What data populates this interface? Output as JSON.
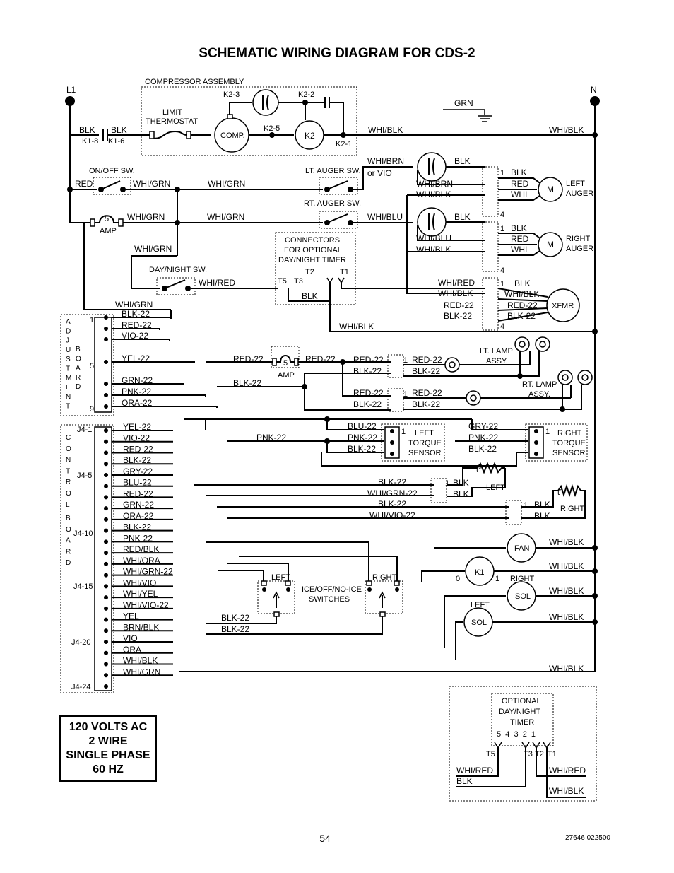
{
  "title": "SCHEMATIC WIRING DIAGRAM FOR CDS-2",
  "page_number": "54",
  "doc_code": "27646 022500",
  "power_spec": [
    "120 VOLTS AC",
    "2 WIRE",
    "SINGLE PHASE",
    "60 HZ"
  ],
  "labels": {
    "l1": "L1",
    "n": "N",
    "grn": "GRN",
    "compressor_assembly": "COMPRESSOR ASSEMBLY",
    "limit": "LIMIT",
    "thermostat": "THERMOSTAT",
    "k2_3": "K2-3",
    "k2_2": "K2-2",
    "k2_5": "K2-5",
    "k2_1": "K2-1",
    "comp": "COMP.",
    "k2": "K2",
    "blk": "BLK",
    "k1_8": "K1-8",
    "k1_6": "K1-6",
    "whi_blk": "WHI/BLK",
    "whi_brn": "WHI/BRN",
    "or_vio": "or VIO",
    "whi_blu": "WHI/BLU",
    "on_off_sw": "ON/OFF SW.",
    "red": "RED",
    "whi_grn": "WHI/GRN",
    "lt_auger_sw": "LT. AUGER SW.",
    "rt_auger_sw": "RT. AUGER SW.",
    "five": "5",
    "amp": "AMP",
    "connectors_1": "CONNECTORS",
    "connectors_2": "FOR OPTIONAL",
    "connectors_3": "DAY/NIGHT TIMER",
    "t1": "T1",
    "t2": "T2",
    "t3": "T3",
    "t5": "T5",
    "day_night_sw": "DAY/NIGHT SW.",
    "whi_red": "WHI/RED",
    "whi": "WHI",
    "m": "M",
    "left_auger_1": "LEFT",
    "left_auger_2": "AUGER",
    "right_auger_1": "RIGHT",
    "right_auger_2": "AUGER",
    "xfmr": "XFMR",
    "red_22": "RED-22",
    "blk_22": "BLK-22",
    "lt_lamp_assy_1": "LT. LAMP",
    "lt_lamp_assy_2": "ASSY.",
    "rt_lamp_assy_1": "RT. LAMP",
    "rt_lamp_assy_2": "ASSY.",
    "left_torque_1": "LEFT",
    "left_torque_2": "TORQUE",
    "left_torque_3": "SENSOR",
    "right_torque_1": "RIGHT",
    "right_torque_2": "TORQUE",
    "right_torque_3": "SENSOR",
    "blu_22": "BLU-22",
    "pnk_22": "PNK-22",
    "gry_22": "GRY-22",
    "whi_grn_22": "WHI/GRN-22",
    "whi_vio_22": "WHI/VIO-22",
    "t_deg": "t°",
    "left": "LEFT",
    "right": "RIGHT",
    "fan": "FAN",
    "k1": "K1",
    "sol": "SOL",
    "zero": "0",
    "one": "1",
    "four": "4",
    "nine": "9",
    "ice_switches_1": "ICE/OFF/NO-ICE",
    "ice_switches_2": "SWITCHES",
    "adjustment_board": [
      "A",
      "D",
      "J",
      "U",
      "S",
      "T",
      "M",
      "E",
      "N",
      "T"
    ],
    "board": [
      "B",
      "O",
      "A",
      "R",
      "D"
    ],
    "control_board": [
      "C",
      "O",
      "N",
      "T",
      "R",
      "O",
      "L"
    ],
    "board2": [
      "B",
      "O",
      "A",
      "R",
      "D"
    ],
    "j4_1": "J4-1",
    "j4_5": "J4-5",
    "j4_10": "J4-10",
    "j4_15": "J4-15",
    "j4_20": "J4-20",
    "j4_24": "J4-24",
    "opt_timer_1": "OPTIONAL",
    "opt_timer_2": "DAY/NIGHT",
    "opt_timer_3": "TIMER",
    "timer_pins": "5  4  3  2  1"
  },
  "adjust_wires": [
    "BLK-22",
    "RED-22",
    "VIO-22",
    "YEL-22",
    "GRN-22",
    "PNK-22",
    "ORA-22"
  ],
  "control_wires": [
    "YEL-22",
    "VIO-22",
    "RED-22",
    "BLK-22",
    "GRY-22",
    "BLU-22",
    "RED-22",
    "GRN-22",
    "ORA-22",
    "BLK-22",
    "PNK-22",
    "RED/BLK",
    "WHI/ORA",
    "WHI/GRN-22",
    "WHI/VIO",
    "WHI/YEL",
    "WHI/VIO-22",
    "YEL",
    "BRN/BLK",
    "VIO",
    "ORA",
    "WHI/BLK",
    "WHI/GRN"
  ]
}
